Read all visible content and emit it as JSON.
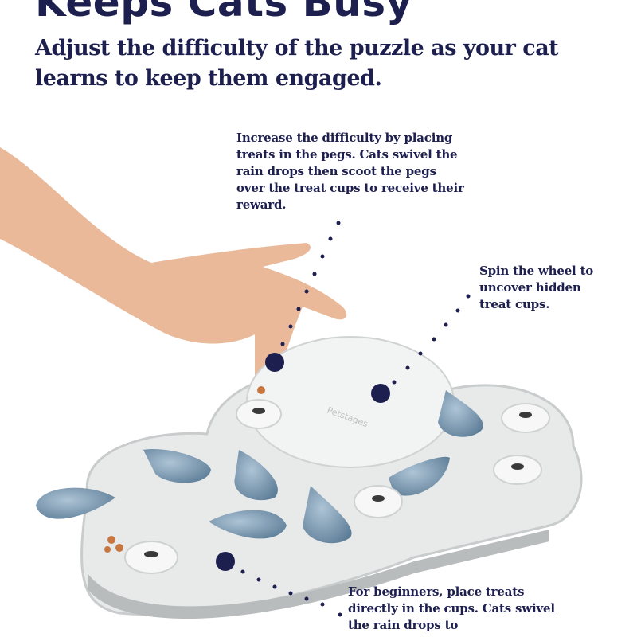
{
  "heading": {
    "title": "Keeps Cats Busy",
    "subtitle": "Adjust the difficulty of the puzzle as your cat learns to keep them engaged."
  },
  "callouts": [
    {
      "text": "Increase the difficulty by placing treats in the pegs. Cats swivel the rain drops then scoot the pegs over the treat cups to receive their reward."
    },
    {
      "text": "Spin the wheel to uncover hidden treat cups."
    },
    {
      "text": "For beginners, place treats directly in the cups. Cats swivel the rain drops to"
    }
  ],
  "product": {
    "brand": "Petstages"
  },
  "colors": {
    "navy": "#1d1f4f",
    "board": "#e8eaea",
    "drop": "#7f9db5",
    "peg": "#f7f7f7"
  }
}
